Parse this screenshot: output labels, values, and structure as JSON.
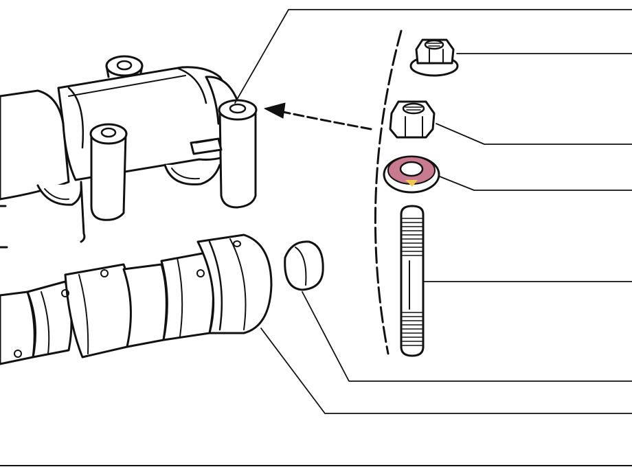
{
  "diagram": {
    "background": "#ffffff",
    "ink_color": "#111111",
    "highlight_color": "#c87a8f",
    "highlight_accent": "#f2c94c",
    "parts": [
      {
        "name": "flange-nut"
      },
      {
        "name": "hex-nut"
      },
      {
        "name": "washer",
        "highlighted": true
      },
      {
        "name": "stud"
      },
      {
        "name": "cap-plug"
      },
      {
        "name": "camshaft"
      },
      {
        "name": "camshaft-bearing-housing"
      }
    ]
  }
}
